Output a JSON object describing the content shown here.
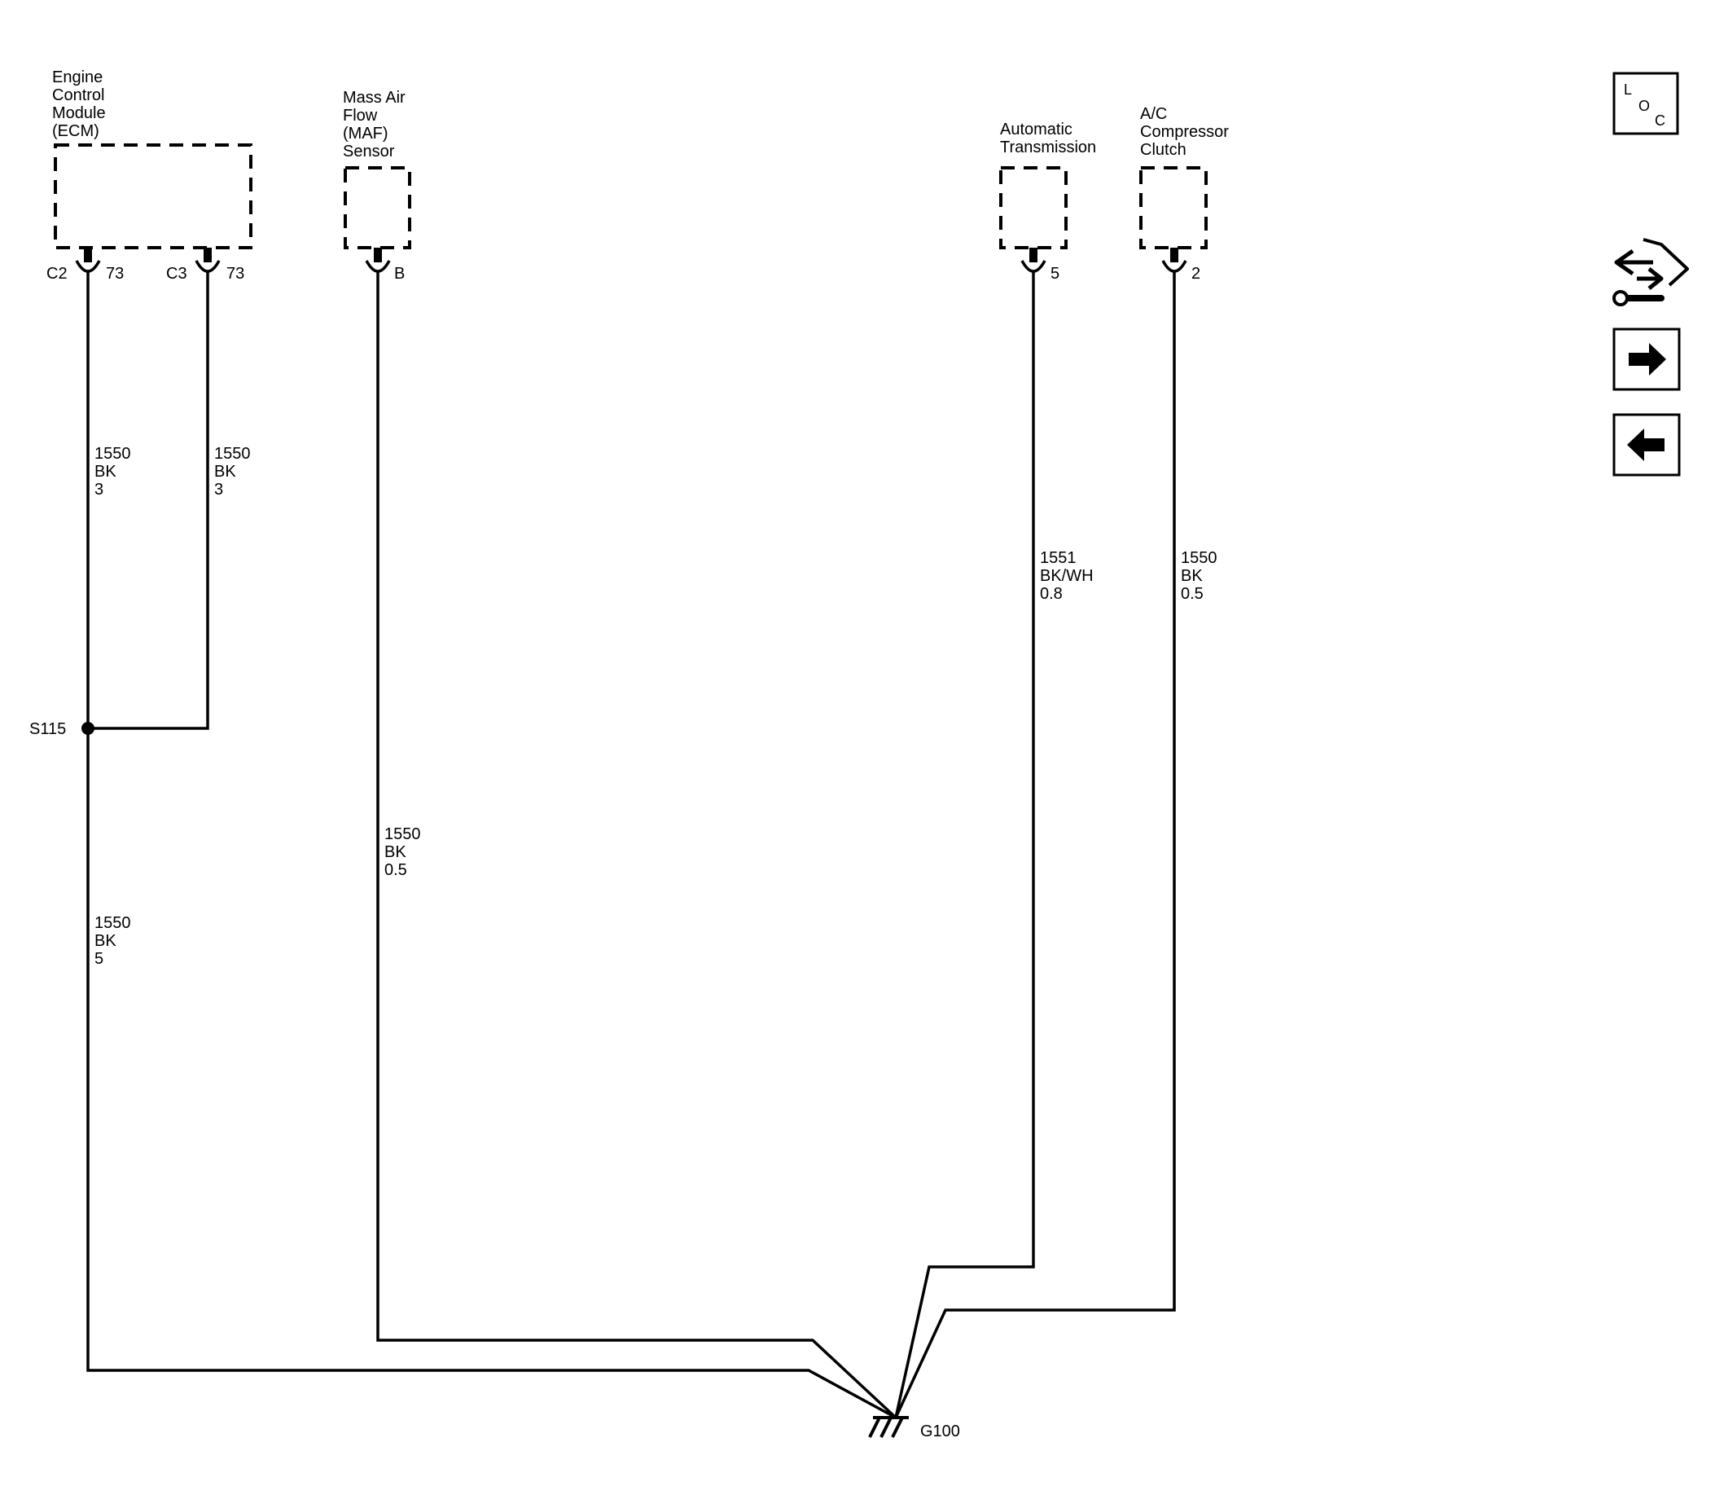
{
  "components": {
    "ecm": {
      "lines": [
        "Engine",
        "Control",
        "Module",
        "(ECM)"
      ]
    },
    "maf": {
      "lines": [
        "Mass Air",
        "Flow",
        "(MAF)",
        "Sensor"
      ]
    },
    "trans": {
      "lines": [
        "Automatic",
        "Transmission"
      ]
    },
    "ac": {
      "lines": [
        "A/C",
        "Compressor",
        "Clutch"
      ]
    }
  },
  "connectors": {
    "ecm_c2": {
      "connector": "C2",
      "pin": "73"
    },
    "ecm_c3": {
      "connector": "C3",
      "pin": "73"
    },
    "maf": {
      "pin": "B"
    },
    "trans": {
      "pin": "5"
    },
    "ac": {
      "pin": "2"
    }
  },
  "wires": {
    "ecm_c2_upper": {
      "circuit": "1550",
      "color": "BK",
      "size": "3"
    },
    "ecm_c3": {
      "circuit": "1550",
      "color": "BK",
      "size": "3"
    },
    "ecm_lower": {
      "circuit": "1550",
      "color": "BK",
      "size": "5"
    },
    "maf": {
      "circuit": "1550",
      "color": "BK",
      "size": "0.5"
    },
    "trans": {
      "circuit": "1551",
      "color": "BK/WH",
      "size": "0.8"
    },
    "ac": {
      "circuit": "1550",
      "color": "BK",
      "size": "0.5"
    }
  },
  "splice": {
    "label": "S115"
  },
  "ground": {
    "label": "G100"
  },
  "side_icons": {
    "loc": {
      "l": "L",
      "o": "O",
      "c": "C"
    }
  }
}
